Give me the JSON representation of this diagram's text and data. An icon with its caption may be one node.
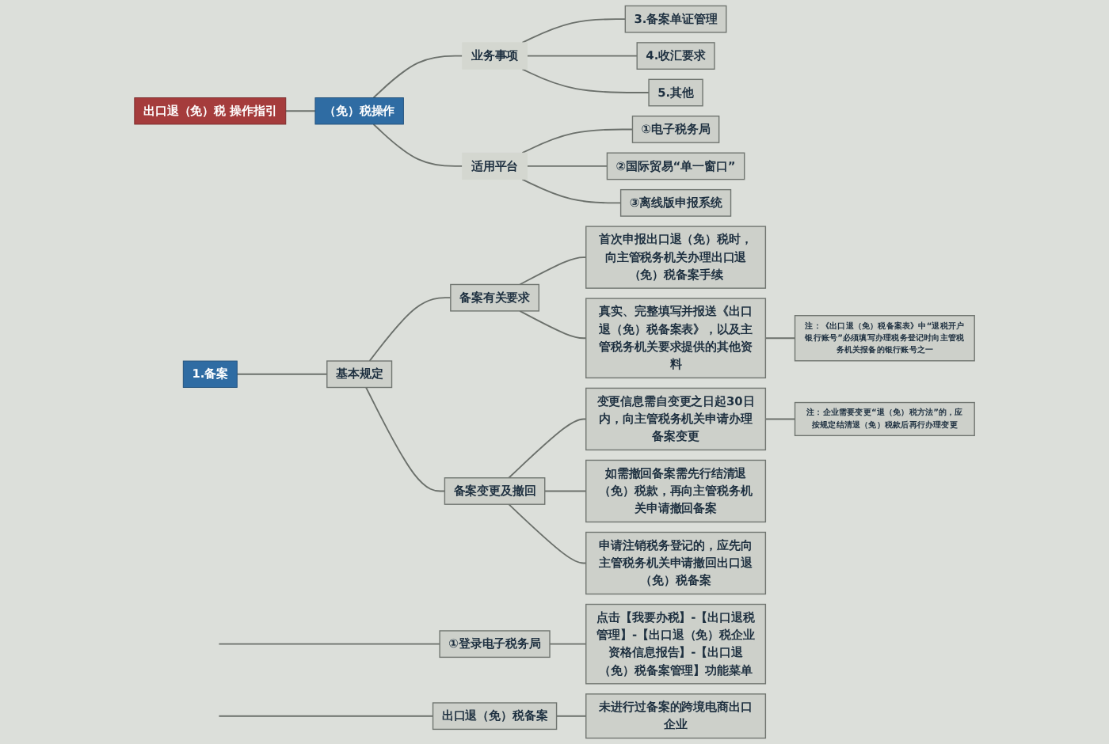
{
  "diagram": {
    "nodes": [
      {
        "text": [
          "出口退（免）税 操作指引"
        ]
      },
      {
        "text": [
          "（免）税操作"
        ]
      },
      {
        "text": [
          "业务事项"
        ]
      },
      {
        "text": [
          "3.备案单证管理"
        ]
      },
      {
        "text": [
          "4.收汇要求"
        ]
      },
      {
        "text": [
          "5.其他"
        ]
      },
      {
        "text": [
          "适用平台"
        ]
      },
      {
        "text": [
          "①电子税务局"
        ]
      },
      {
        "text": [
          "②国际贸易“单一窗口”"
        ]
      },
      {
        "text": [
          "③离线版申报系统"
        ]
      },
      {
        "text": [
          "1.备案"
        ]
      },
      {
        "text": [
          "基本规定"
        ]
      },
      {
        "text": [
          "备案有关要求"
        ]
      },
      {
        "text": [
          "首次申报出口退（免）税时，向主管税务机关办理出口退（免）税备案手续"
        ]
      },
      {
        "text": [
          "真实、完整填写并报送《出口退（免）税备案表》，以及主管税务机关要求提供的其他资料"
        ]
      },
      {
        "text": [
          "注：《出口退（免）税备案表》中“退税开户银行账号”必须填写办理税务登记时向主管税务机关报备的银行账号之一"
        ]
      },
      {
        "text": [
          "备案变更及撤回"
        ]
      },
      {
        "text": [
          "变更信息需自变更之日起30日内，向主管税务机关申请办理备案变更"
        ]
      },
      {
        "text": [
          "注：企业需要变更“退（免）税方法”的，应按规定结清退（免）税款后再行办理变更"
        ]
      },
      {
        "text": [
          "如需撤回备案需先行结清退（免）税款，再向主管税务机关申请撤回备案"
        ]
      },
      {
        "text": [
          "申请注销税务登记的，应先向主管税务机关申请撤回出口退（免）税备案"
        ]
      },
      {
        "text": [
          "①登录电子税务局"
        ]
      },
      {
        "text": [
          "点击【我要办税】-【出口退税管理】-【出口退（免）税企业资格信息报告】-【出口退（免）税备案管理】功能菜单"
        ]
      },
      {
        "text": [
          "出口退（免）税备案"
        ]
      },
      {
        "text": [
          "未进行过备案的跨境电商出口企业"
        ]
      }
    ],
    "edges": [
      {
        "from": 0,
        "to": 1,
        "arrow": "none"
      },
      {
        "from": 1,
        "to": 2,
        "arrow": "none"
      },
      {
        "from": 2,
        "to": 3,
        "arrow": "none"
      },
      {
        "from": 2,
        "to": 4,
        "arrow": "none"
      },
      {
        "from": 2,
        "to": 5,
        "arrow": "none"
      },
      {
        "from": 1,
        "to": 6,
        "arrow": "none"
      },
      {
        "from": 6,
        "to": 7,
        "arrow": "none"
      },
      {
        "from": 6,
        "to": 8,
        "arrow": "none"
      },
      {
        "from": 6,
        "to": 9,
        "arrow": "none"
      },
      {
        "from": 10,
        "to": 11,
        "arrow": "none"
      },
      {
        "from": 11,
        "to": 12,
        "arrow": "none"
      },
      {
        "from": 12,
        "to": 13,
        "arrow": "none"
      },
      {
        "from": 12,
        "to": 14,
        "arrow": "none"
      },
      {
        "from": 14,
        "to": 15,
        "arrow": "none"
      },
      {
        "from": 11,
        "to": 16,
        "arrow": "none"
      },
      {
        "from": 16,
        "to": 17,
        "arrow": "none"
      },
      {
        "from": 17,
        "to": 18,
        "arrow": "none"
      },
      {
        "from": 16,
        "to": 19,
        "arrow": "none"
      },
      {
        "from": 16,
        "to": 20,
        "arrow": "none"
      },
      {
        "from": null,
        "to": 21,
        "arrow": "none"
      },
      {
        "from": 21,
        "to": 22,
        "arrow": "none"
      },
      {
        "from": null,
        "to": 23,
        "arrow": "none"
      },
      {
        "from": 23,
        "to": 24,
        "arrow": "none"
      }
    ]
  }
}
